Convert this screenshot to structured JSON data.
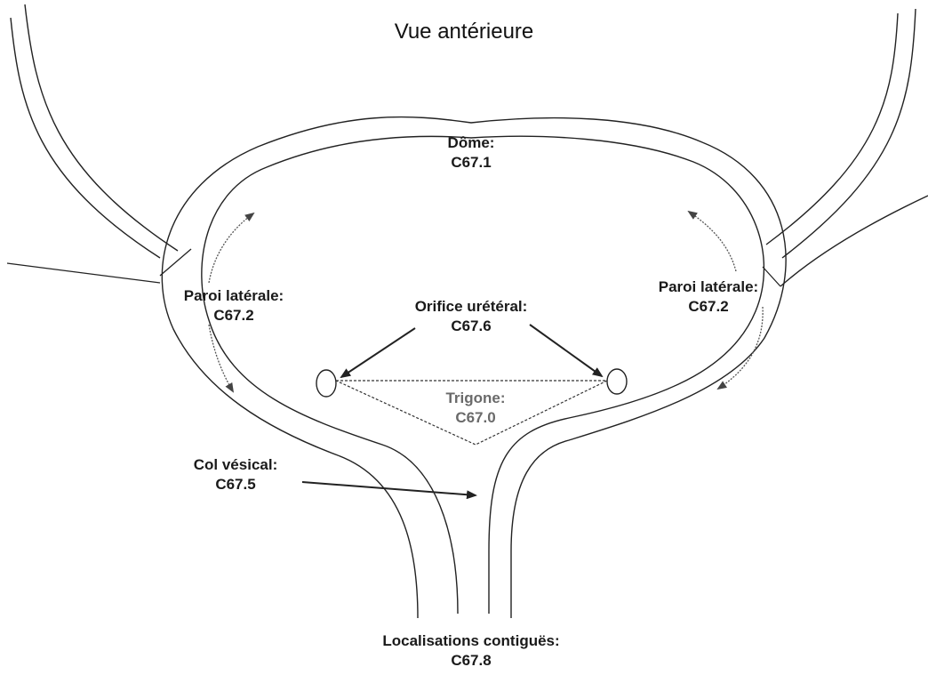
{
  "title": "Vue antérieure",
  "labels": {
    "dome": {
      "name": "Dôme:",
      "code": "C67.1"
    },
    "lateral_left": {
      "name": "Paroi latérale:",
      "code": "C67.2"
    },
    "lateral_right": {
      "name": "Paroi latérale:",
      "code": "C67.2"
    },
    "ureteral_orifice": {
      "name": "Orifice urétéral:",
      "code": "C67.6"
    },
    "trigone": {
      "name": "Trigone:",
      "code": "C67.0"
    },
    "bladder_neck": {
      "name": "Col vésical:",
      "code": "C67.5"
    },
    "overlapping": {
      "name": "Localisations contiguës:",
      "code": "C67.8"
    }
  }
}
